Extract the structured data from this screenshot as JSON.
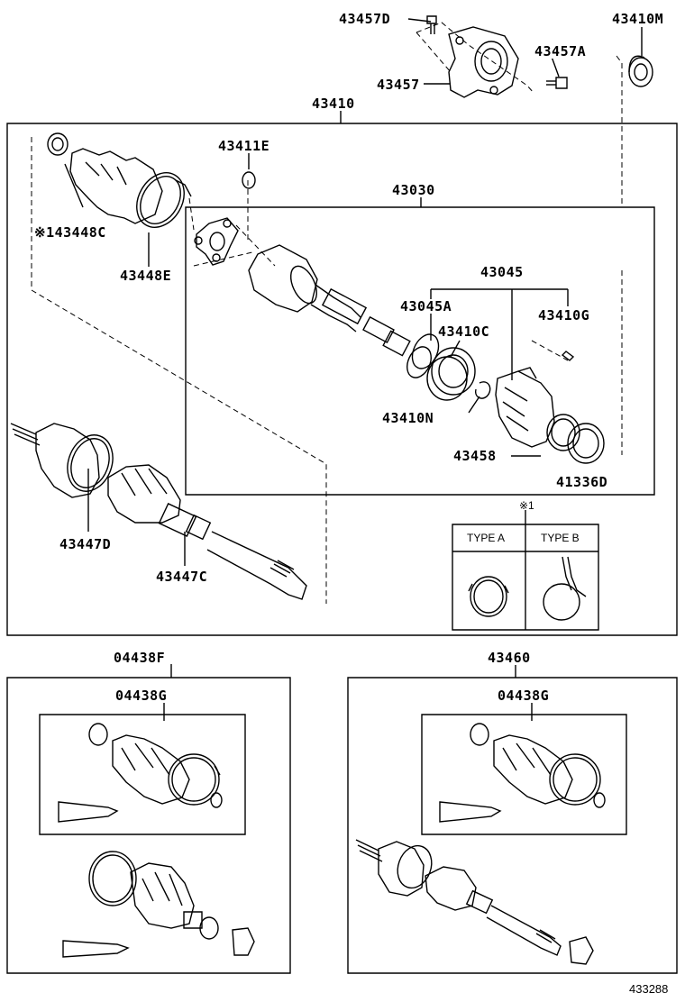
{
  "labels": {
    "p43457D": "43457D",
    "p43410M": "43410M",
    "p43457A": "43457A",
    "p43457": "43457",
    "p43410": "43410",
    "p43411E": "43411E",
    "p43030": "43030",
    "p43448C": "※143448C",
    "p43448E": "43448E",
    "p43045": "43045",
    "p43045A": "43045A",
    "p43410G": "43410G",
    "p43410C": "43410C",
    "p43410N": "43410N",
    "p43458": "43458",
    "p41336D": "41336D",
    "p43447D": "43447D",
    "p43447C": "43447C",
    "note1": "※1",
    "typeA": "TYPE A",
    "typeB": "TYPE B",
    "p04438F": "04438F",
    "p04438G_left": "04438G",
    "p43460": "43460",
    "p04438G_right": "04438G",
    "figure_no": "433288"
  }
}
